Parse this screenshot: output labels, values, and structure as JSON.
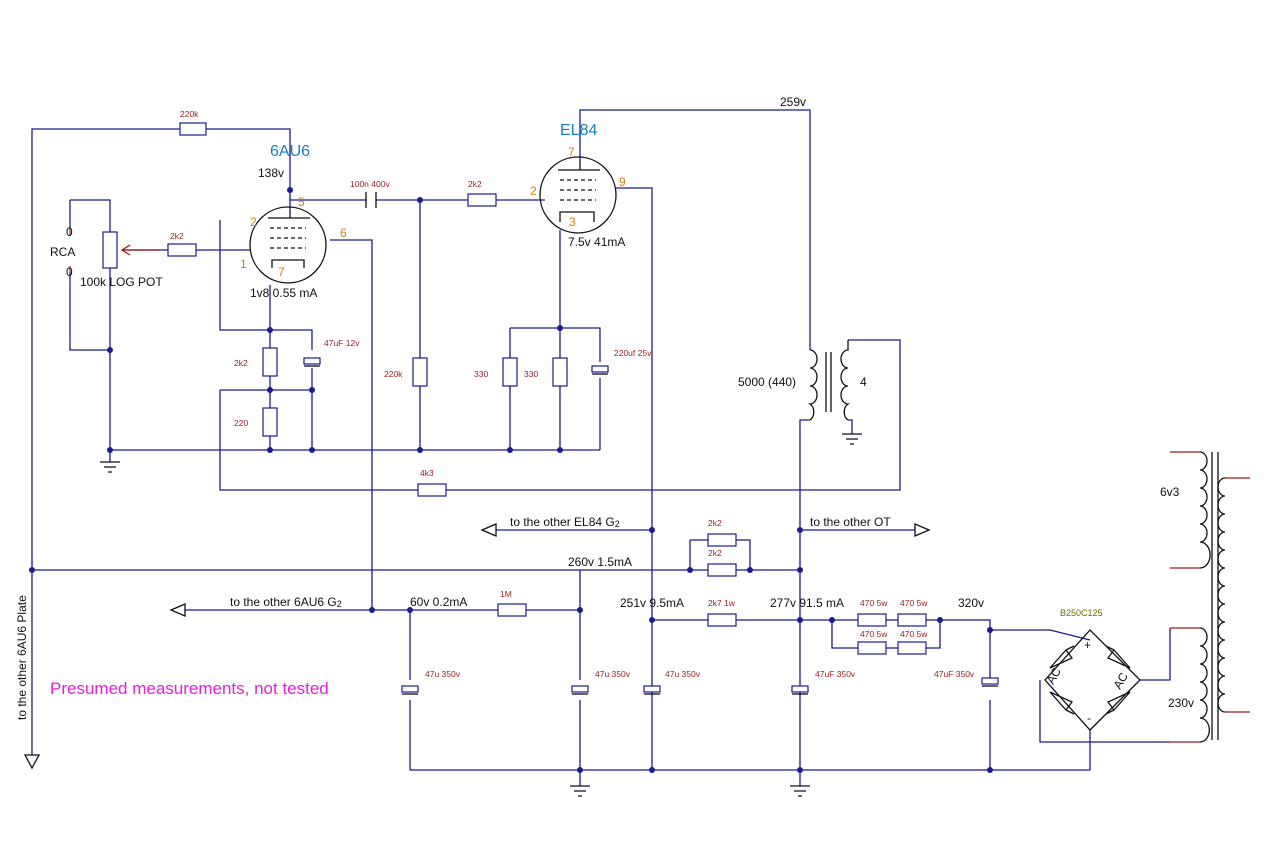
{
  "tubes": {
    "v1": {
      "name": "6AU6",
      "pins": {
        "grid": "2",
        "cathode": "1",
        "plate": "5",
        "screen": "6",
        "heater": "7"
      },
      "plate_voltage": "138v",
      "cathode_bias": "1v8 0.55 mA"
    },
    "v2": {
      "name": "EL84",
      "pins": {
        "grid": "2",
        "cathode": "3",
        "plate": "7",
        "screen": "9"
      },
      "plate_voltage": "259v",
      "cathode_bias": "7.5v 41mA"
    }
  },
  "input": {
    "connector": "RCA",
    "pin_top": "0",
    "pin_bottom": "0",
    "pot": "100k LOG POT"
  },
  "components": {
    "r_feedback_top": "220k",
    "r_grid_stopper_v1": "2k2",
    "c_coupling": "100n 400v",
    "r_grid_stopper_v2": "2k2",
    "r_cathode_v1a": "2k2",
    "r_cathode_v1b": "220",
    "c_cathode_v1": "47uF 12v",
    "r_grid_leak_v2": "220k",
    "r_cathode_v2a": "330",
    "r_cathode_v2b": "330",
    "c_cathode_v2": "220uf 25v",
    "r_feedback_loop": "4k3",
    "r_screen_el84_a": "2k2",
    "r_screen_el84_b": "2k2",
    "r_decoupling": "1M",
    "r_supply": "2k7 1w",
    "r_470_1": "470 5w",
    "r_470_2": "470 5w",
    "r_470_3": "470 5w",
    "r_470_4": "470 5w",
    "c_filter_1": "47u 350v",
    "c_filter_2": "47u 350v",
    "c_filter_3": "47u 350v",
    "c_filter_4": "47uF 350v",
    "c_filter_5": "47uF 350v"
  },
  "transformer": {
    "output": "5000 (440)",
    "secondary": "4"
  },
  "power": {
    "rectifier": "B250C125",
    "ac1": "AC",
    "ac2": "AC",
    "plus": "+",
    "minus": "-",
    "heater": "6v3",
    "mains": "230v"
  },
  "rails": {
    "v_260": "260v 1.5mA",
    "v_60": "60v 0.2mA",
    "v_251": "251v 9.5mA",
    "v_277": "277v 91.5 mA",
    "v_320": "320v"
  },
  "labels": {
    "other_el84": "to the other EL84 G",
    "other_el84_sub": "2",
    "other_ot": "to the other OT",
    "other_6au6": "to the other 6AU6 G",
    "other_6au6_sub": "2",
    "other_plate": "to the other 6AU6 Plate",
    "note": "Presumed measurements, not tested"
  },
  "colors": {
    "wire": "#1c1c8c",
    "lead": "#9a1c1c",
    "pin": "#d0820e",
    "tube_label": "#1a7fc2",
    "note": "#e81ee0"
  }
}
